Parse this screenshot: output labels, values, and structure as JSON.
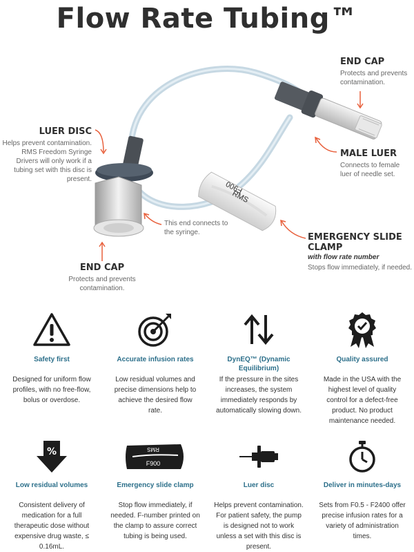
{
  "title": "Flow Rate Tubing™",
  "callouts": {
    "end_cap_top": {
      "title": "END CAP",
      "body": "Protects and prevents contamination."
    },
    "luer_disc": {
      "title": "LUER DISC",
      "body": "Helps prevent contamination. RMS Freedom Syringe Drivers will only work if a tubing set with this disc is present."
    },
    "male_luer": {
      "title": "MALE LUER",
      "body": "Connects to female luer of needle set."
    },
    "syringe_end": {
      "body": "This end connects to the syringe."
    },
    "slide_clamp": {
      "title": "EMERGENCY SLIDE CLAMP",
      "subtitle": "with flow rate number",
      "body": "Stops flow immediately, if needed."
    },
    "end_cap_bottom": {
      "title": "END CAP",
      "body": "Protects and prevents contamination."
    }
  },
  "clamp_labels": {
    "code": "F900",
    "brand": "RMS"
  },
  "features": [
    {
      "icon": "warning-icon",
      "title": "Safety first",
      "body": "Designed for uniform flow profiles, with no free-flow, bolus or overdose."
    },
    {
      "icon": "target-icon",
      "title": "Accurate infusion rates",
      "body": "Low residual volumes and precise dimensions help to achieve the desired flow rate."
    },
    {
      "icon": "up-down-arrows-icon",
      "title": "DynEQ™ (Dynamic Equilibrium)",
      "body": "If the pressure in the sites increases, the system immediately responds by automatically slowing down."
    },
    {
      "icon": "badge-icon",
      "title": "Quality assured",
      "body": "Made in the USA with the highest level of quality control for a defect-free product. No product maintenance needed."
    },
    {
      "icon": "percent-arrow-icon",
      "title": "Low residual volumes",
      "body": "Consistent delivery of medication for a full therapeutic dose without expensive drug waste, ≤ 0.16mL."
    },
    {
      "icon": "slide-clamp-icon",
      "title": "Emergency slide clamp",
      "body": "Stop flow immediately, if needed. F-number printed on the clamp to assure correct tubing is being used."
    },
    {
      "icon": "luer-disc-icon",
      "title": "Luer disc",
      "body": "Helps prevent contamination. For patient safety, the pump is designed not to work unless a set with this disc is present."
    },
    {
      "icon": "stopwatch-icon",
      "title": "Deliver in minutes-days",
      "body": "Sets from F0.5 - F2400 offer precise infusion rates for a variety of administration times."
    }
  ],
  "colors": {
    "accent": "#e8603c",
    "title_blue": "#2c6f8a",
    "tube": "#c6d8e3"
  }
}
